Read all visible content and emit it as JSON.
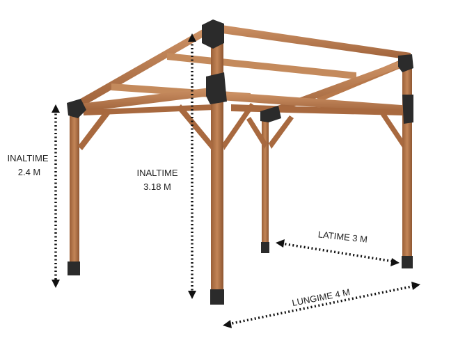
{
  "dimensions": {
    "height_front": {
      "label": "INALTIME",
      "value": "2.4 M"
    },
    "height_back": {
      "label": "INALTIME",
      "value": "3.18 M"
    },
    "width": {
      "label": "LATIME 3 M"
    },
    "length": {
      "label": "LUNGIME 4 M"
    }
  },
  "colors": {
    "wood": "#b8774a",
    "wood_dark": "#8e5631",
    "wood_light": "#cf9467",
    "bracket": "#2b2b2b",
    "arrow": "#111111"
  }
}
